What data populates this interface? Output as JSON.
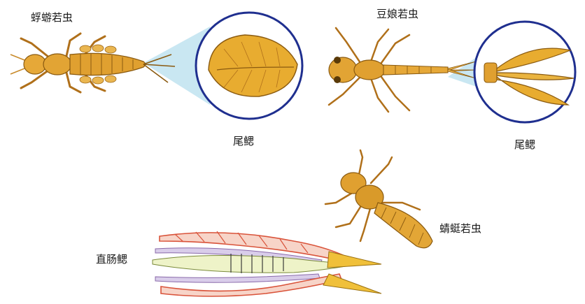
{
  "labels": {
    "mayfly_nymph": "蜉蝣若虫",
    "damselfly_nymph": "豆娘若虫",
    "tail_gill_left": "尾鳃",
    "tail_gill_right": "尾鳃",
    "dragonfly_nymph": "蜻蜓若虫",
    "rectal_gill": "直肠鳃"
  },
  "colors": {
    "insect_body": "#e0a030",
    "insect_outline": "#8a5a10",
    "circle_stroke": "#1f2f8f",
    "callout_beam": "#bfe3f0",
    "gill_red": "#d9533a",
    "gill_lavender": "#c8b8e0",
    "gill_green": "#e6efc0"
  }
}
